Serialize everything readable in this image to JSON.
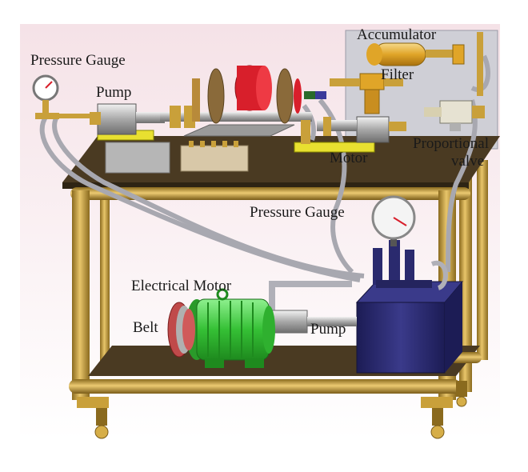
{
  "labels": {
    "pressure_gauge_top": "Pressure Gauge",
    "pump_top": "Pump",
    "accumulator": "Accumulator",
    "filter": "Filter",
    "motor": "Motor",
    "proportional_valve_line1": "Proportional",
    "proportional_valve_line2": "valve",
    "pressure_gauge_bottom": "Pressure Gauge",
    "electrical_motor": "Electrical Motor",
    "belt": "Belt",
    "pump_bottom": "Pump"
  },
  "colors": {
    "frame_gold": "#c9a03a",
    "deck_brown": "#4a3a22",
    "motor_green": "#3ec43e",
    "tank_navy": "#2a2a6e",
    "flywheel_red": "#d81f2b",
    "background_tint": "#f7e6ea"
  },
  "icons": [
    "pressure-gauge-icon",
    "accumulator-icon",
    "motor-icon",
    "hydraulic-tank-icon",
    "belt-pulley-icon",
    "flywheel-icon"
  ]
}
